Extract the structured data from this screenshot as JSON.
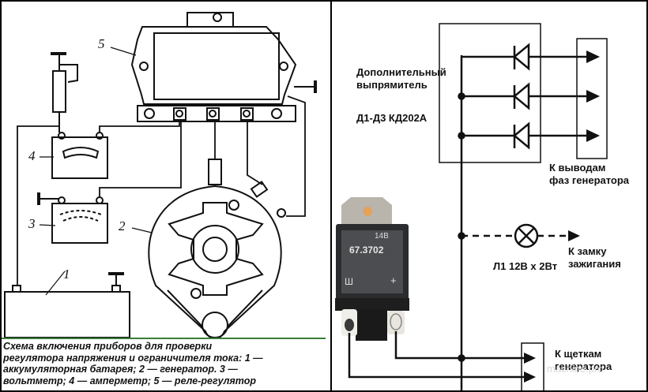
{
  "left_diagram": {
    "component_numbers": [
      "1",
      "2",
      "3",
      "4",
      "5"
    ],
    "caption_lines": [
      "Схема включения приборов для проверки",
      "регулятора напряжения и ограничителя тока: 1 —",
      "аккумуляторная батарея; 2 — генератор. 3 —",
      "вольтметр; 4 — амперметр; 5 — реле-регулятор"
    ],
    "accent_color": "#3a7d3a"
  },
  "right_diagram": {
    "rectifier_label_line1": "Дополнительный",
    "rectifier_label_line2": "выпрямитель",
    "diodes_label": "Д1-Д3 КД202А",
    "phase_terminals_line1": "К выводам",
    "phase_terminals_line2": "фаз генератора",
    "lamp_label": "Л1 12В х 2Вт",
    "ignition_line1": "К замку",
    "ignition_line2": "зажигания",
    "brushes_line1": "К щеткам",
    "brushes_line2": "генератора",
    "regulator": {
      "model": "67.3702",
      "voltage": "14В",
      "terminal_left": "Ш",
      "terminal_right": "+"
    },
    "watermark": "machine.pro"
  }
}
